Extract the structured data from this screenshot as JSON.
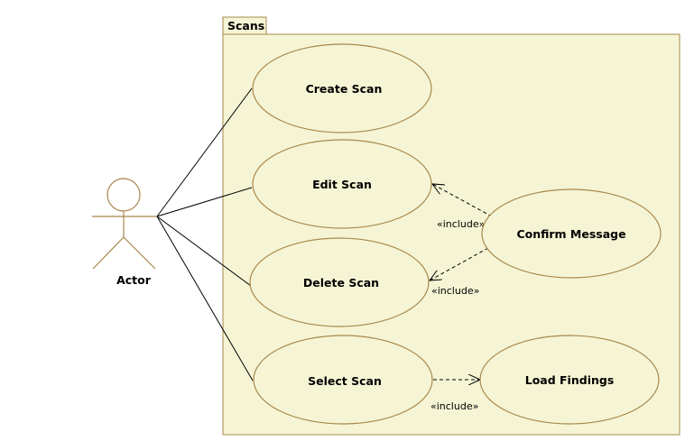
{
  "package": {
    "name": "Scans"
  },
  "actor": {
    "name": "Actor"
  },
  "use_cases": {
    "create": "Create Scan",
    "edit": "Edit Scan",
    "delete": "Delete Scan",
    "select": "Select Scan",
    "confirm": "Confirm Message",
    "load": "Load Findings"
  },
  "relations": {
    "include_edit": "«include»",
    "include_delete": "«include»",
    "include_select": "«include»"
  },
  "colors": {
    "fill": "#f5f5d5",
    "stroke": "#a8884c",
    "line": "#000000"
  }
}
